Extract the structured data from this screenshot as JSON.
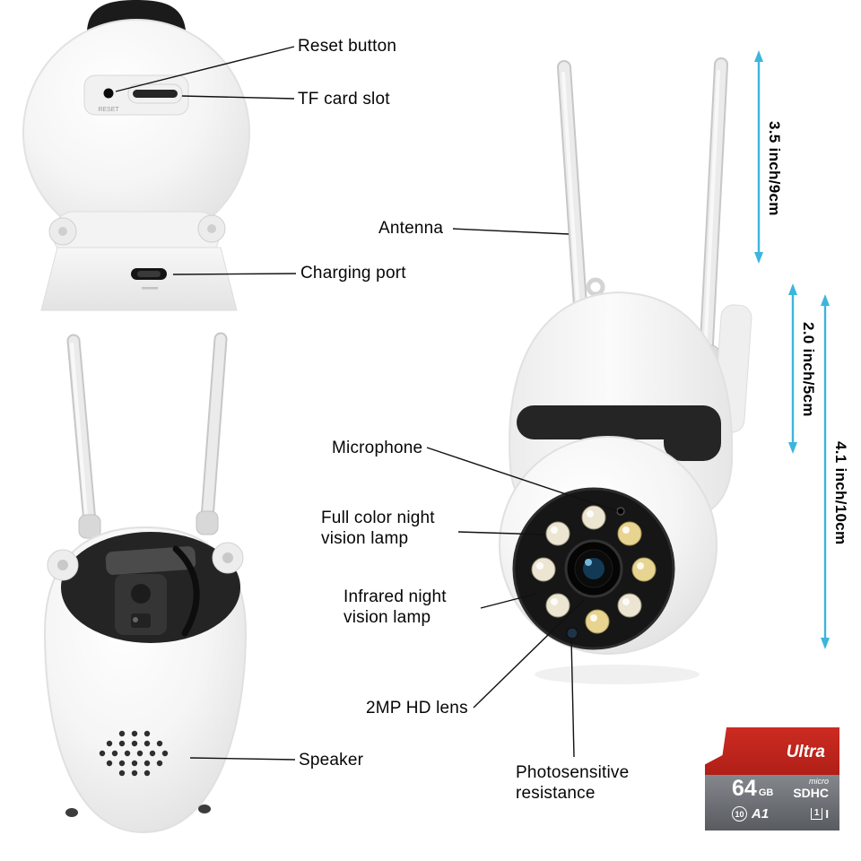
{
  "labels": {
    "reset_button": "Reset button",
    "tf_card_slot": "TF card slot",
    "antenna": "Antenna",
    "charging_port": "Charging port",
    "microphone": "Microphone",
    "full_color_night_vision_lamp": "Full color night vision lamp",
    "infrared_night_vision_lamp": "Infrared night vision lamp",
    "hd_lens": "2MP HD lens",
    "speaker": "Speaker",
    "photosensitive_resistance": "Photosensitive resistance"
  },
  "dimensions": {
    "antenna_length": "3.5 inch/9cm",
    "head_width": "2.0 inch/5cm",
    "body_height": "4.1 inch/10cm"
  },
  "markings": {
    "reset": "RESET"
  },
  "sd_card": {
    "series": "Ultra",
    "capacity": "64",
    "unit": "GB",
    "class_number": "10",
    "a_rating": "A1",
    "logo_micro": "micro",
    "logo_sdhc": "SDHC",
    "uhs_number": "1",
    "uhs_roman": "I"
  },
  "colors": {
    "dimension_arrow": "#3db5dd",
    "leader_line": "#111111",
    "sd_red": "#bb241c",
    "sd_gray": "#6d7176"
  }
}
